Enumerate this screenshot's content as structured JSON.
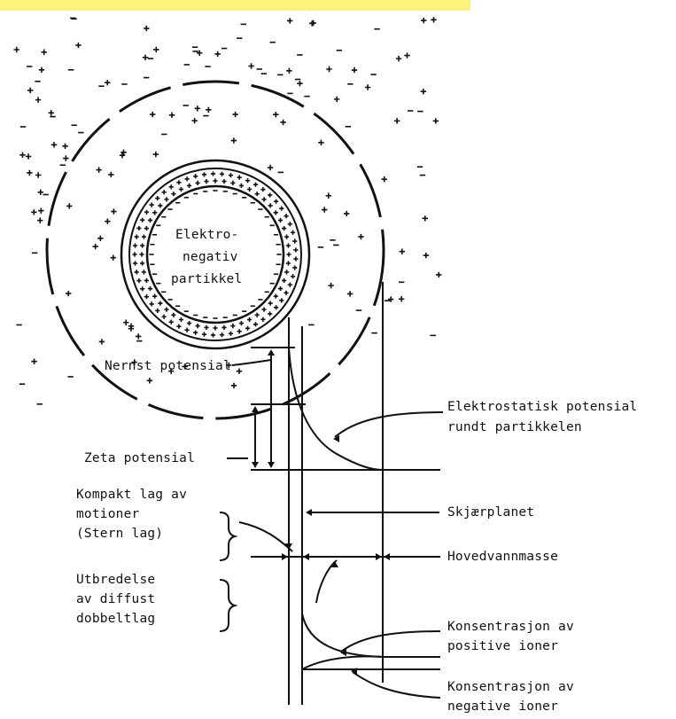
{
  "colors": {
    "ink": "#111111",
    "highlight": "#fdf37b",
    "background": "#ffffff"
  },
  "particle": {
    "line1": "Elektro-",
    "line2": "negativ",
    "line3": "partikkel"
  },
  "labels": {
    "nernst": "Nernst potensial",
    "zeta": "Zeta potensial",
    "compact_1": "Kompakt lag av",
    "compact_2": "motioner",
    "compact_3": "(Stern lag)",
    "diffuse_1": "Utbredelse",
    "diffuse_2": "av diffust",
    "diffuse_3": "dobbeltlag",
    "electrostatic_1": "Elektrostatisk potensial",
    "electrostatic_2": "rundt partikkelen",
    "shear_plane": "Skjærplanet",
    "bulk_water": "Hovedvannmasse",
    "pos_ions_1": "Konsentrasjon av",
    "pos_ions_2": "positive ioner",
    "neg_ions_1": "Konsentrasjon av",
    "neg_ions_2": "negative ioner"
  }
}
